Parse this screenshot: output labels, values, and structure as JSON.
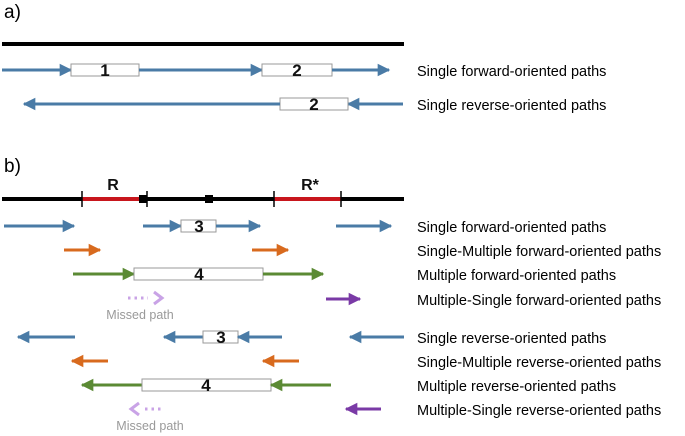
{
  "panel_a": {
    "letter": "a)",
    "path_numbers": [
      "1",
      "2",
      "2"
    ],
    "row_labels": [
      "Single forward-oriented paths",
      "Single reverse-oriented paths"
    ]
  },
  "panel_b": {
    "letter": "b)",
    "repeat_labels": [
      "R",
      "R*"
    ],
    "path_numbers": [
      "3",
      "4",
      "3",
      "4"
    ],
    "missed_label": "Missed path",
    "row_labels": [
      "Single forward-oriented paths",
      "Single-Multiple forward-oriented paths",
      "Multiple forward-oriented paths",
      "Multiple-Single forward-oriented paths",
      "Single reverse-oriented paths",
      "Single-Multiple reverse-oriented paths",
      "Multiple reverse-oriented paths",
      "Multiple-Single reverse-oriented paths"
    ]
  },
  "colors": {
    "single": "#4a7ba6",
    "single_multiple": "#d86a1e",
    "multiple": "#5b8a34",
    "multiple_single": "#7a3aa6",
    "repeat": "#c8161d",
    "missed": "#c9a3e6",
    "reference": "#000000"
  }
}
